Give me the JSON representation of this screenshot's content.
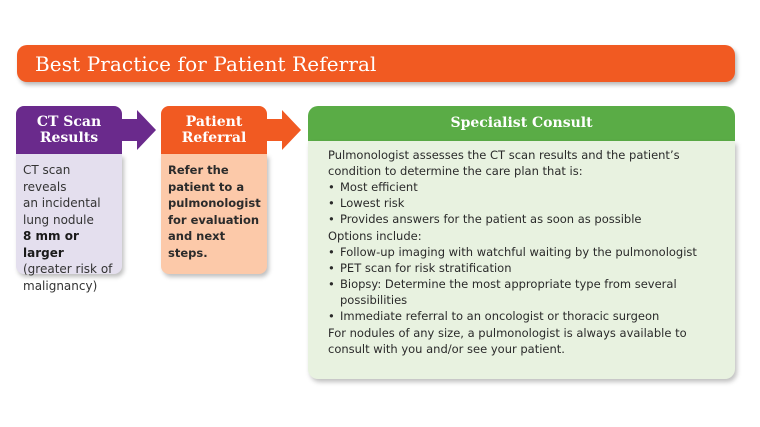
{
  "banner": {
    "title": "Best Practice for Patient Referral"
  },
  "colors": {
    "orange": "#f15a22",
    "purple": "#6a2a8c",
    "green": "#5aac46",
    "lavender": "#e4dfee",
    "peach": "#fcc9a9",
    "mint": "#e8f2e0"
  },
  "steps": [
    {
      "title_line1": "CT Scan",
      "title_line2": "Results",
      "body_lines": [
        "CT scan reveals",
        "an incidental",
        "lung nodule"
      ],
      "body_strong": "8 mm or larger",
      "body_tail": [
        "(greater risk of",
        "malignancy)"
      ]
    },
    {
      "title_line1": "Patient",
      "title_line2": "Referral",
      "body_lines": [
        "Refer the",
        "patient to a",
        "pulmonologist",
        "for evaluation",
        "and next steps."
      ]
    },
    {
      "title": "Specialist Consult",
      "intro_line1": "Pulmonologist assesses the CT scan results and the patient’s",
      "intro_line2": "condition to determine the care plan that is:",
      "criteria": [
        "Most efficient",
        "Lowest risk",
        "Provides answers for the patient as soon as possible"
      ],
      "options_heading": "Options include:",
      "options": [
        "Follow-up imaging with watchful waiting by the pulmonologist",
        "PET scan for risk stratification",
        "Biopsy: Determine the most appropriate type from several",
        "Immediate referral to an oncologist or thoracic surgeon"
      ],
      "option_continuation": "possibilities",
      "closing_line1": "For nodules of any size, a pulmonologist is always available to",
      "closing_line2": "consult with you and/or see your patient."
    }
  ]
}
